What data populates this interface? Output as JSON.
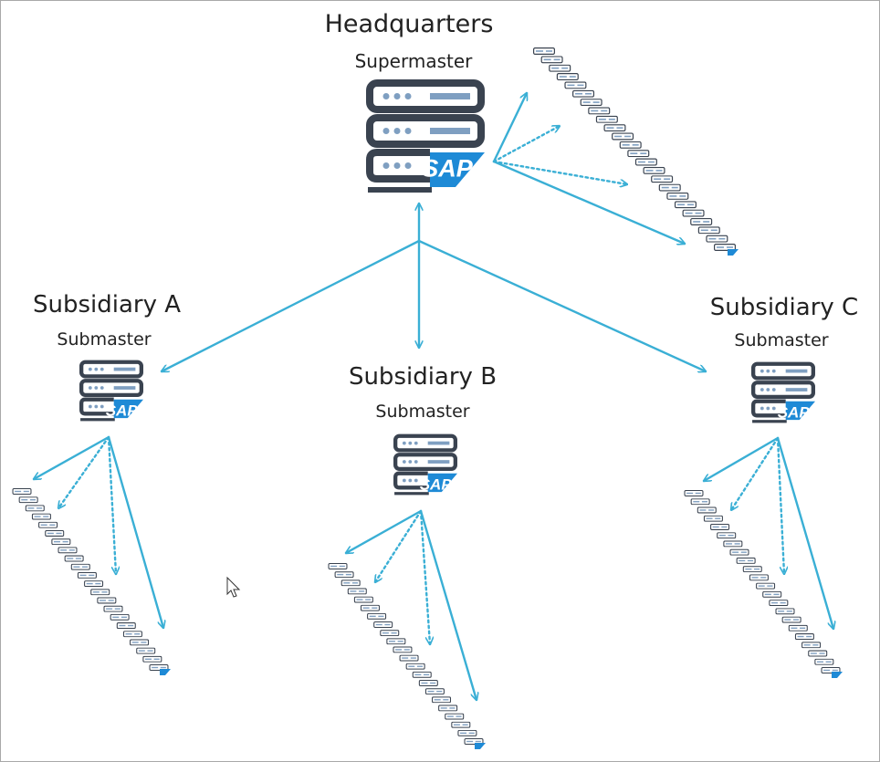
{
  "colors": {
    "arrow": "#3aafd5",
    "server_body": "#3a4350",
    "server_led": "#7f9fc1",
    "sap_badge": "#1e8ad6",
    "sap_text": "#ffffff",
    "border": "#a9a9a9",
    "background": "#ffffff"
  },
  "sap_logo_text": "SAP",
  "headquarters": {
    "title": "Headquarters",
    "role": "Supermaster",
    "icon": "sap-server-icon"
  },
  "subsidiaries": [
    {
      "title": "Subsidiary A",
      "role": "Submaster",
      "icon": "sap-server-icon"
    },
    {
      "title": "Subsidiary B",
      "role": "Submaster",
      "icon": "sap-server-icon"
    },
    {
      "title": "Subsidiary C",
      "role": "Submaster",
      "icon": "sap-server-icon"
    }
  ],
  "cursor": {
    "icon": "mouse-pointer-icon"
  }
}
